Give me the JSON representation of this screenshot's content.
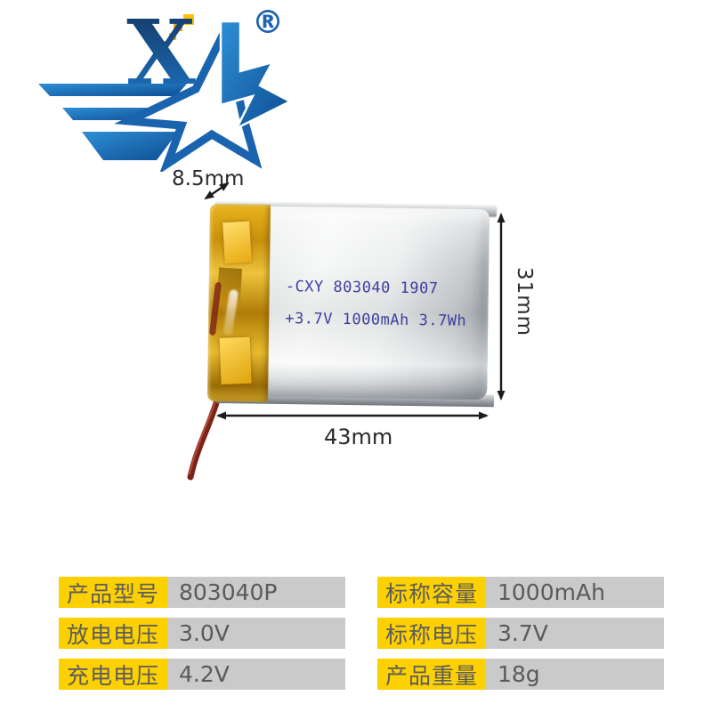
{
  "logo": {
    "letter": "X",
    "reg_mark": "®"
  },
  "battery": {
    "print_line1": "-CXY 803040 1907",
    "print_line2": "+3.7V 1000mAh 3.7Wh"
  },
  "dimensions": {
    "thickness": "8.5mm",
    "height": "31mm",
    "width": "43mm"
  },
  "specs": {
    "left": [
      {
        "label": "产品型号",
        "value": "803040P"
      },
      {
        "label": "放电电压",
        "value": "3.0V"
      },
      {
        "label": "充电电压",
        "value": "4.2V"
      }
    ],
    "right": [
      {
        "label": "标称容量",
        "value": "1000mAh"
      },
      {
        "label": "标称电压",
        "value": "3.7V"
      },
      {
        "label": "产品重量",
        "value": "18g"
      }
    ]
  },
  "colors": {
    "logo_blue": "#1a63ae",
    "pixel_orange": "#f5a623",
    "label_yellow": "#fdd000",
    "value_gray": "#cacaca",
    "spec_text": "#595a5c",
    "print_blue": "#3c3f9f",
    "tape_gold": "#d9a11c",
    "wire_red": "#7c2318",
    "arrow_black": "#1c1c1c"
  }
}
